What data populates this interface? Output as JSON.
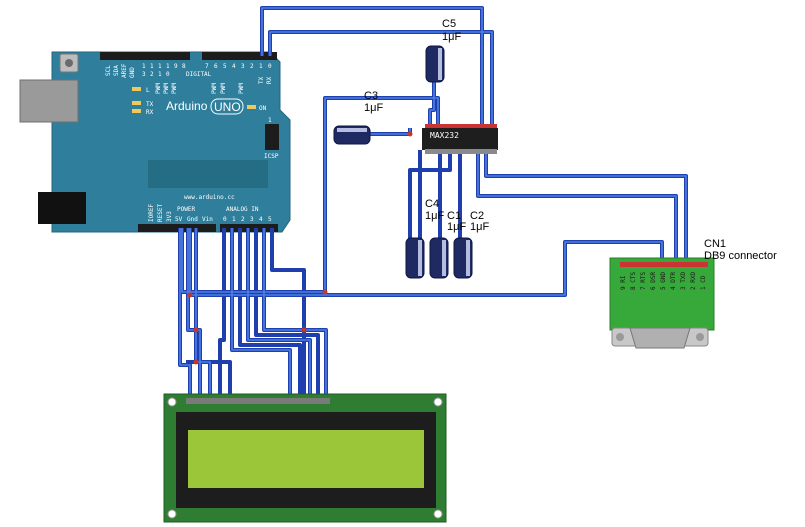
{
  "arduino": {
    "brand": "Arduino",
    "model": "UNO",
    "url": "www.arduino.cc",
    "on_label": "ON",
    "l_label": "L",
    "tx_label": "TX",
    "rx_label": "RX",
    "icsp_label": "ICSP",
    "icsp_pin": "1",
    "digital_label": "DIGITAL",
    "power_label": "POWER",
    "analog_label": "ANALOG IN",
    "top_left_pins": [
      "SCL",
      "SDA",
      "AREF",
      "GND"
    ],
    "top_nums_a": [
      "1",
      "1",
      "1",
      "1",
      "9",
      "8"
    ],
    "top_nums_b": [
      "3",
      "2",
      "1",
      "0",
      "",
      ""
    ],
    "top_nums_c": [
      "7",
      "6",
      "5",
      "4",
      "3",
      "2",
      "1",
      "0"
    ],
    "pwm_label": "PWM",
    "tx_pin": "TX",
    "rx_pin": "RX",
    "power_pins": [
      "IOREF",
      "RESET",
      "3V3",
      "5V",
      "Gnd",
      "Vin"
    ],
    "analog_pins": [
      "0",
      "1",
      "2",
      "3",
      "4",
      "5"
    ]
  },
  "components": {
    "c5": {
      "name": "C5",
      "value": "1μF"
    },
    "c3": {
      "name": "C3",
      "value": "1μF"
    },
    "c4": {
      "name": "C4",
      "value": "1μF"
    },
    "c1": {
      "name": "C1",
      "value": "1μF"
    },
    "c2": {
      "name": "C2",
      "value": "1μF"
    },
    "chip": {
      "name": "MAX232"
    },
    "cn1": {
      "name": "CN1",
      "desc": "DB9 connector",
      "pins": [
        "9 RI",
        "8 CTS",
        "7 RTS",
        "6 DSR",
        "5 GND",
        "4 DTR",
        "3 TXD",
        "2 RXD",
        "1 CD"
      ]
    }
  },
  "colors": {
    "wire": "#1f3fae",
    "wire_inner": "#4f7fe6",
    "arduino_board": "#2f7f9c",
    "lcd_pcb": "#2e7d32",
    "lcd_screen": "#9cc63a",
    "db9_pcb": "#37a83a",
    "capacitor": "#1f2a63",
    "chip": "#1e1e1e",
    "junction": "#c0392b"
  }
}
